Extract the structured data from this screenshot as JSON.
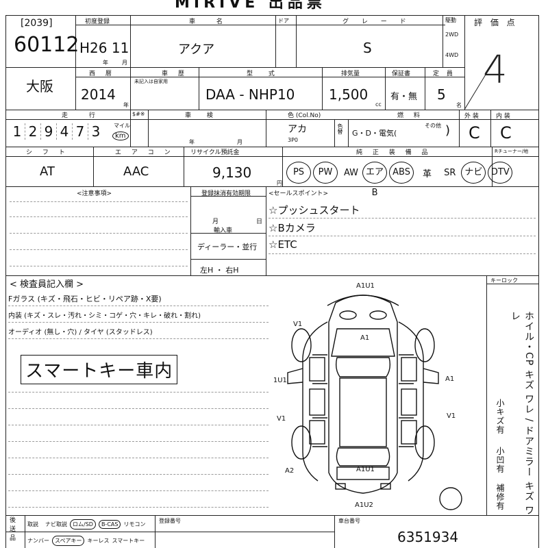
{
  "title": "MIRIVE 出品票",
  "header": {
    "lot_prefix": "[2039]",
    "lot_number": "60112",
    "first_reg_label": "初度登録",
    "first_reg_value": "H26 11",
    "year_label": "年",
    "month_label": "月",
    "car_name_label": "車 名",
    "car_name_value": "アクア",
    "door_label": "ドア",
    "grade_label": "グ レ ー ド",
    "grade_value": "S",
    "drive_label": "駆動",
    "drive_2wd": "2WD",
    "drive_4wd": "4WD",
    "score_label": "評 価 点",
    "score_value": "4"
  },
  "row2": {
    "region": "大阪",
    "seireki_label": "西 暦",
    "seireki_value": "2014",
    "seireki_unit": "年",
    "shaken_label": "車 歴",
    "shaken_note": "未記入は自家用",
    "model_label": "型 式",
    "model_value": "DAA - NHP10",
    "displacement_label": "排気量",
    "displacement_value": "1,500",
    "displacement_unit": "cc",
    "warranty_label": "保証書",
    "warranty_value": "有・無",
    "capacity_label": "定 員",
    "capacity_value": "5",
    "capacity_unit": "名"
  },
  "row3": {
    "mileage_label": "走 行",
    "mileage_value": [
      "1",
      "2",
      "9",
      "4",
      "7",
      "3"
    ],
    "mileage_unit_mile": "マイル",
    "mileage_unit_km": "km",
    "meter_label": "$#※",
    "inspection_label": "車 検",
    "inspection_year": "年",
    "inspection_month": "月",
    "color_label": "色 (Col.No)",
    "color_value": "アカ",
    "color_no": "3P0",
    "color_change_label": "色替",
    "fuel_label": "燃 料",
    "fuel_value": "G・D・電気(",
    "fuel_other_label": "その他",
    "fuel_close": ")",
    "exterior_label": "外 装",
    "exterior_value": "C",
    "interior_label": "内 装",
    "interior_value": "C"
  },
  "row4": {
    "shift_label": "シ フ ト",
    "shift_value": "AT",
    "aircon_label": "エ ア コ ン",
    "aircon_value": "AAC",
    "recycle_label": "リサイクル預託金",
    "recycle_value": "9,130",
    "recycle_unit": "円",
    "equip_label": "純 正 装 備 品",
    "equip_items": [
      "PS",
      "PW",
      "AW",
      "エアB",
      "ABS",
      "革",
      "SR",
      "ナビ",
      "DTV"
    ],
    "tuner_label": "Rチューナー/地"
  },
  "notes": {
    "caution_label": "<注意事項>",
    "reg_valid_label": "登録抹消有効期限",
    "reg_month": "月",
    "reg_day": "日",
    "entry_label": "輸入車",
    "dealer_label": "ディーラー・並行",
    "handle_label": "左H ・ 右H",
    "sales_label": "<セールスポイント>",
    "sales_points": [
      "☆プッシュスタート",
      "☆Bカメラ",
      "☆ETC"
    ]
  },
  "inspector": {
    "section_label": "< 検査員記入欄 >",
    "glass_line": "Fガラス (キズ・飛石・ヒビ・リペア跡・X要)",
    "interior_line": "内装 (キズ・スレ・汚れ・シミ・コゲ・穴・キレ・破れ・割れ)",
    "audio_line": "オーディオ (無し・穴) / タイヤ (スタッドレス)",
    "handwritten_note": "スマートキー車内",
    "keylock_label": "キーロック",
    "side_notes": "ホイル・CP キズ ワレ / ドアミラー キズ ワレ",
    "side_note_a": "小キズ有",
    "side_note_b": "小凹有",
    "side_note_c": "補修有"
  },
  "damage_marks": {
    "top": "A1U1",
    "hood": "A1",
    "left_front": "V1",
    "left_door_front": "A1U1",
    "left_door_rear": "V1",
    "left_rear": "A2",
    "right_door_front": "A1",
    "right_door_rear": "V1",
    "rear_roof": "A1U1",
    "bottom": "A1U2"
  },
  "footer": {
    "col1": "後\n送\n品",
    "item1": "取説",
    "item2": "ナビ取説",
    "item3": "ロム/SD",
    "item4": "B-CAS",
    "item5": "リモコン",
    "item6": "ナンバー",
    "item7": "スペアキー",
    "item8": "キーレス",
    "item9": "スマートキー",
    "reg_no_label": "登録番号",
    "chassis_label": "車台番号",
    "chassis_value": "6351934"
  }
}
